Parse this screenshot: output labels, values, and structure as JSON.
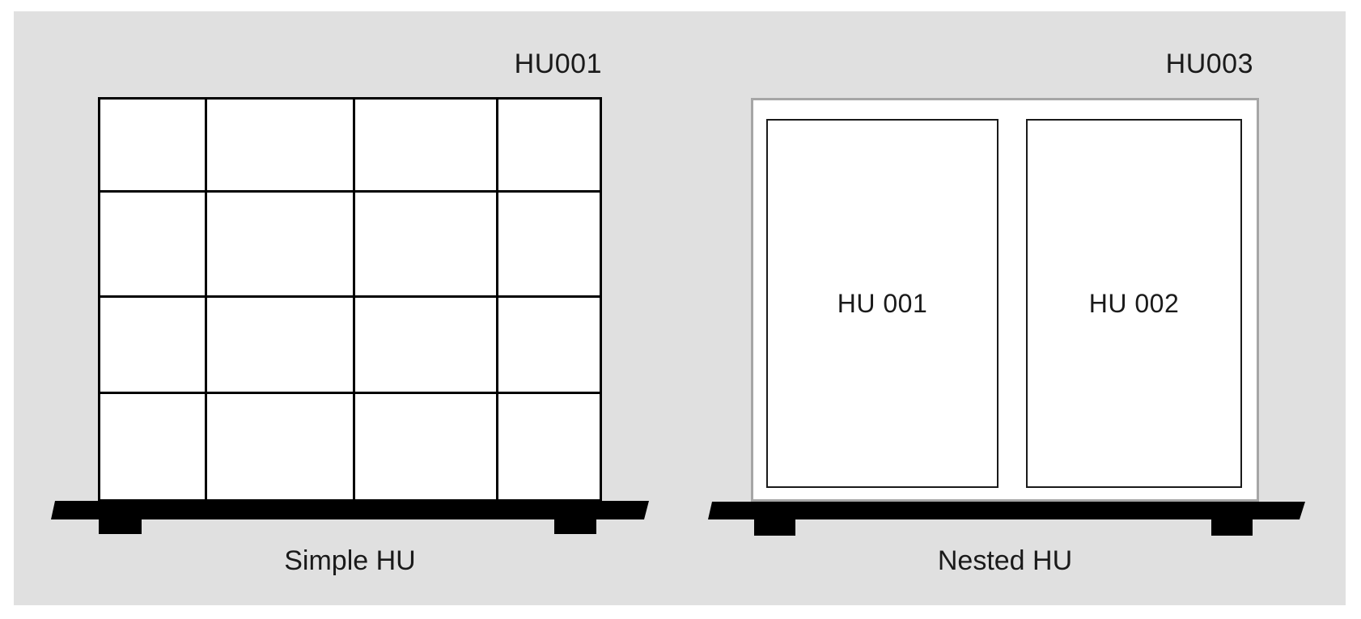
{
  "page": {
    "background": "#ffffff",
    "panel_background": "#e0e0e0"
  },
  "colors": {
    "line": "#000000",
    "pallet": "#000000",
    "container_border": "#a6a6a6",
    "text": "#1a1a1a",
    "box_fill": "#ffffff"
  },
  "figures": {
    "simple": {
      "unit_label": "HU001",
      "caption": "Simple HU",
      "grid": {
        "rows": 4,
        "cols": 4
      }
    },
    "nested": {
      "unit_label": "HU003",
      "caption": "Nested HU",
      "children": [
        {
          "label": "HU 001"
        },
        {
          "label": "HU 002"
        }
      ]
    }
  }
}
